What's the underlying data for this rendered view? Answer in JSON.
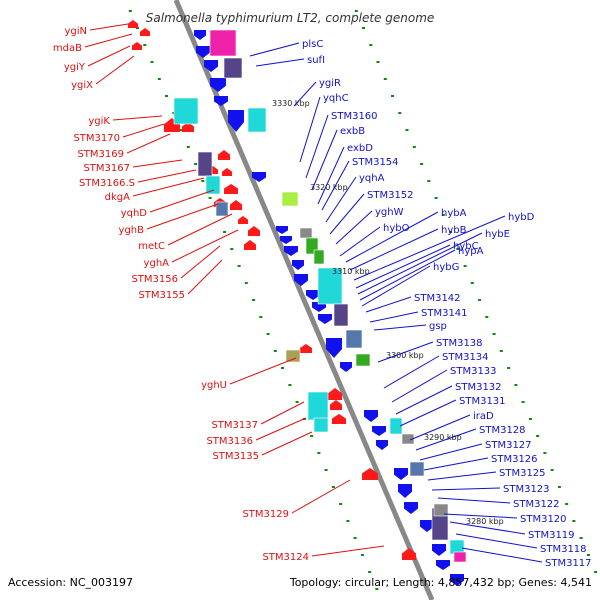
{
  "title": "Salmonella typhimurium LT2, complete genome",
  "accession": "Accession: NC_003197",
  "topology": "Topology: circular; Length: 4,857,432 bp; Genes: 4,541",
  "colors": {
    "axis": "#888888",
    "left_label": "#dd1111",
    "right_label": "#1111cc",
    "tick": "#118811",
    "left_gene": "#ff1a1a",
    "right_gene": "#1111ee",
    "cyan": "#20d8d8",
    "magenta": "#ee22aa",
    "slate": "#5577aa",
    "purple": "#554488",
    "grey": "#888888",
    "green": "#33aa22",
    "lime": "#aaee44",
    "olive": "#aaa055"
  },
  "kbp_markers": [
    "3330 kbp",
    "3320 kbp",
    "3310 kbp",
    "3300 kbp",
    "3290 kbp",
    "3280 kbp"
  ],
  "left_genes": [
    "ygiN",
    "mdaB",
    "ygiY",
    "ygiX",
    "ygiK",
    "STM3170",
    "STM3169",
    "STM3167",
    "STM3166.S",
    "dkgA",
    "yqhD",
    "yghB",
    "metC",
    "yghA",
    "STM3156",
    "STM3155",
    "yghU",
    "STM3137",
    "STM3136",
    "STM3135",
    "STM3129",
    "STM3124"
  ],
  "right_genes": [
    "plsC",
    "sufI",
    "ygiR",
    "yqhC",
    "STM3160",
    "exbB",
    "exbD",
    "STM3154",
    "yqhA",
    "STM3152",
    "yghW",
    "hybO",
    "hybA",
    "hybB",
    "hybD",
    "hybC",
    "hybE",
    "hypA",
    "hybG",
    "STM3142",
    "STM3141",
    "gsp",
    "STM3138",
    "STM3134",
    "STM3133",
    "STM3132",
    "STM3131",
    "iraD",
    "STM3128",
    "STM3127",
    "STM3126",
    "STM3125",
    "STM3123",
    "STM3122",
    "STM3120",
    "STM3119",
    "STM3118",
    "STM3117"
  ]
}
